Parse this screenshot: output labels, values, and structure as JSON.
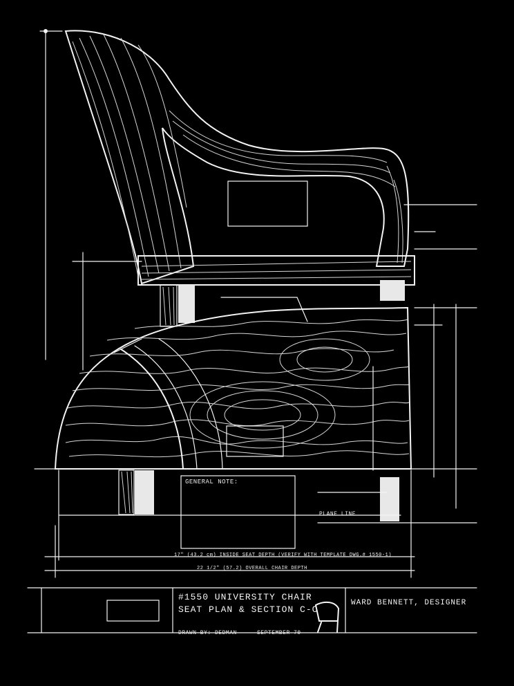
{
  "title_block": {
    "chair_name": "#1550 UNIVERSITY CHAIR",
    "sheet_title": "SEAT PLAN & SECTION C-C",
    "drawn_by": "DRAWN BY: DEDMAN",
    "date": "SEPTEMBER 70",
    "designer": "WARD BENNETT, DESIGNER"
  },
  "notes": {
    "general_heading": "GENERAL NOTE:"
  },
  "dimensions": {
    "seat_depth": "17\" (43.2 cm) INSIDE SEAT DEPTH (VERIFY WITH TEMPLATE DWG.# 1550-1)",
    "overall_depth": "22 1/2\" (57.2) OVERALL CHAIR DEPTH"
  },
  "labels": {
    "plane_line": "PLANE LINE"
  },
  "colors": {
    "background": "#000000",
    "linework": "#f4f4f4"
  }
}
